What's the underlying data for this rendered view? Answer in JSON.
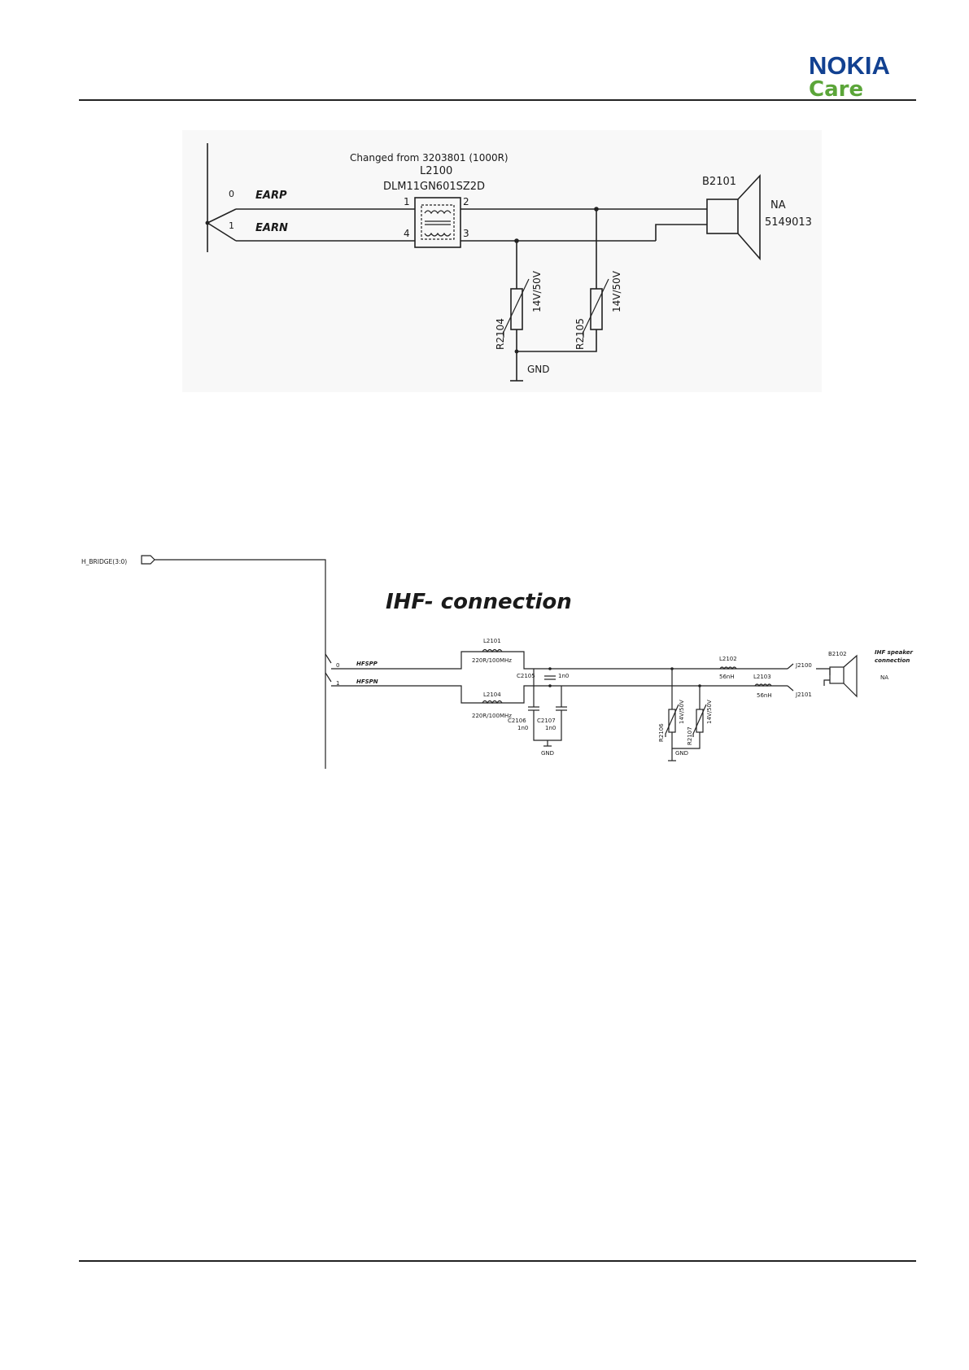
{
  "header": {
    "logo_brand": "NOKIA",
    "logo_sub": "Care",
    "brand_color": "#124191",
    "sub_color": "#5ba539"
  },
  "earpiece": {
    "note": "Changed from 3203801 (1000R)",
    "filter_ref": "L2100",
    "filter_part": "DLM11GN601SZ2D",
    "bus_pin0": "0",
    "bus_pin1": "1",
    "net_p": "EARP",
    "net_n": "EARN",
    "pin1": "1",
    "pin2": "2",
    "pin3": "3",
    "pin4": "4",
    "speaker_ref": "B2101",
    "speaker_note": "NA",
    "speaker_code": "5149013",
    "r1_ref": "R2104",
    "r1_value": "14V/50V",
    "r2_ref": "R2105",
    "r2_value": "14V/50V",
    "gnd": "GND"
  },
  "ihf": {
    "bus_name": "H_BRIDGE(3:0)",
    "title": "IHF- connection",
    "bus_pin0": "0",
    "bus_pin1": "1",
    "net_p": "HFSPP",
    "net_n": "HFSPN",
    "l_top_ref": "L2101",
    "l_top_value": "220R/100MHz",
    "l_bot_ref": "L2104",
    "l_bot_value": "220R/100MHz",
    "c_mid_ref": "C2105",
    "c_mid_value": "1n0",
    "c_a_ref": "C2106",
    "c_a_value": "1n0",
    "c_b_ref": "C2107",
    "c_b_value": "1n0",
    "gnd1": "GND",
    "r_a_ref": "R2106",
    "r_a_value": "14V/50V",
    "r_b_ref": "R2107",
    "r_b_value": "14V/50V",
    "gnd2": "GND",
    "l_p_ref": "L2102",
    "l_p_value": "56nH",
    "l_n_ref": "L2103",
    "l_n_value": "56nH",
    "j_p": "J2100",
    "j_n": "J2101",
    "speaker_ref": "B2102",
    "speaker_label_1": "IHF speaker",
    "speaker_label_2": "connection",
    "speaker_note": "NA"
  }
}
